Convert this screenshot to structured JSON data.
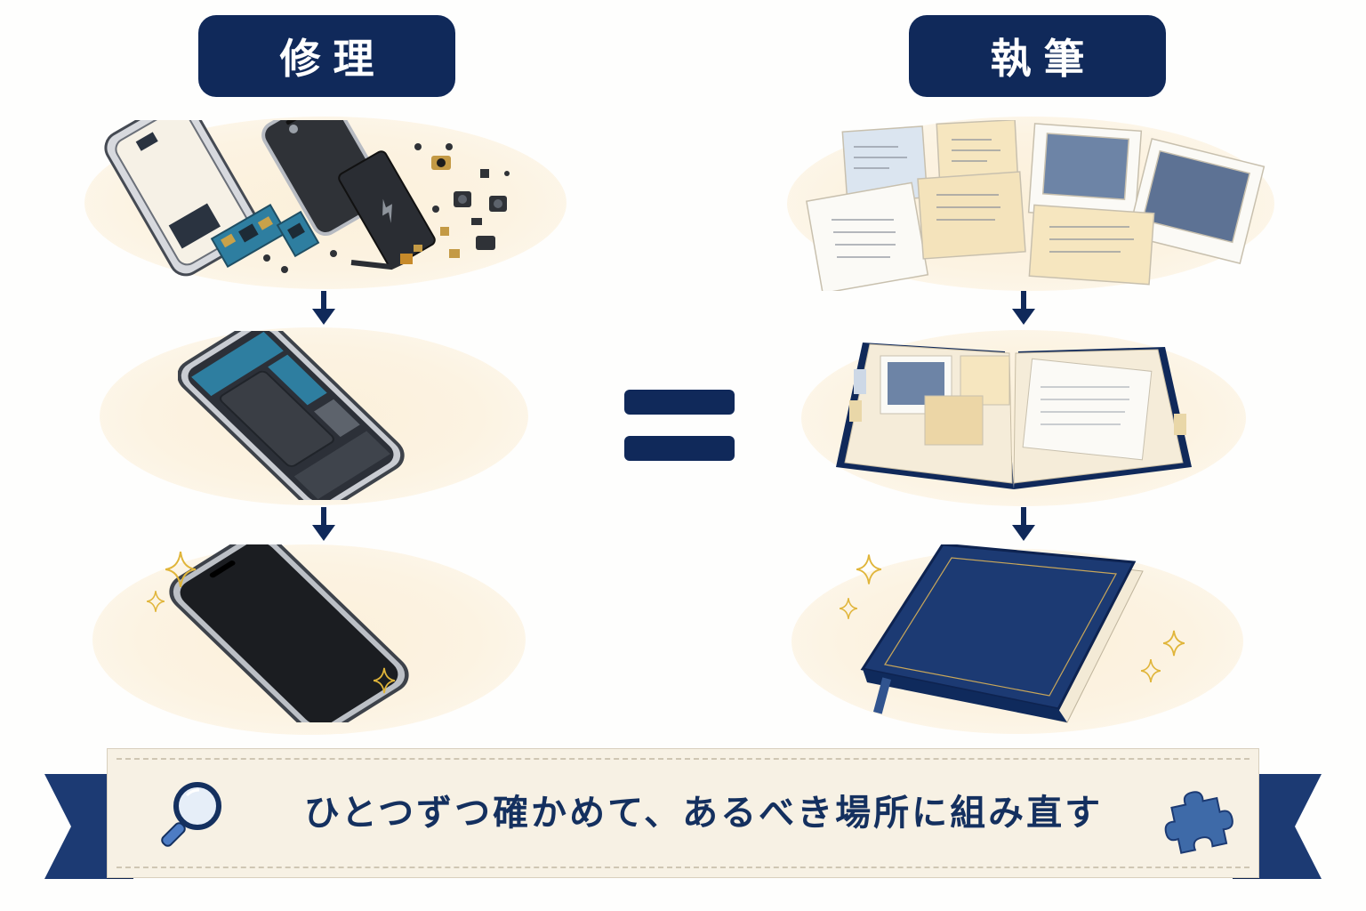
{
  "left": {
    "title": "修理"
  },
  "right": {
    "title": "執筆"
  },
  "equals": "=",
  "banner": {
    "text": "ひとつずつ確かめて、あるべき場所に組み直す"
  },
  "colors": {
    "navy": "#10295a",
    "ellipse": "#fbf0da",
    "paper": "#f7f1e4",
    "gold": "#e0b53a"
  },
  "icons": {
    "banner_left": "magnifier-icon",
    "banner_right": "puzzle-piece-icon"
  }
}
